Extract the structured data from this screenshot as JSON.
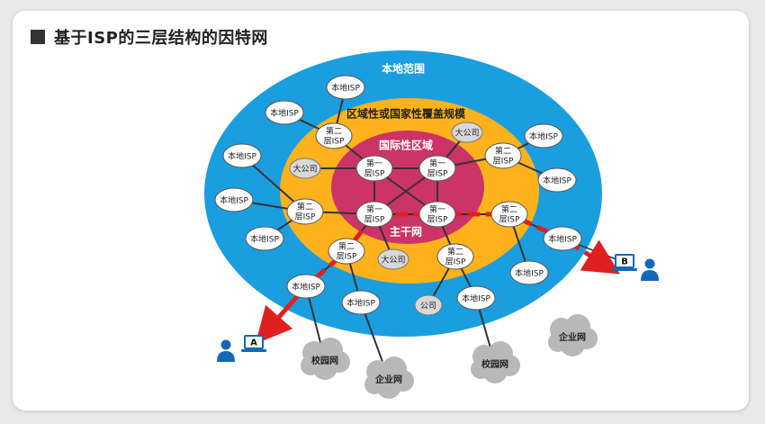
{
  "page": {
    "title": "基于ISP的三层结构的因特网"
  },
  "diagram": {
    "zones": {
      "local": "本地范围",
      "regional": "区域性或国家性覆盖规模",
      "international": "国际性区域",
      "backbone": "主干网"
    },
    "labels": {
      "tier1": "第一层ISP",
      "tier2": "第二层ISP",
      "local_isp": "本地ISP",
      "big_company": "大公司",
      "company": "公司",
      "campus": "校园网",
      "enterprise": "企业网",
      "host_a": "A",
      "host_b": "B"
    },
    "colors": {
      "local": "#1a9ee0",
      "regional": "#ffb21c",
      "international": "#cc3468",
      "path": "#e02020",
      "cloud": "#b8b8b8",
      "host": "#1468b8"
    }
  }
}
